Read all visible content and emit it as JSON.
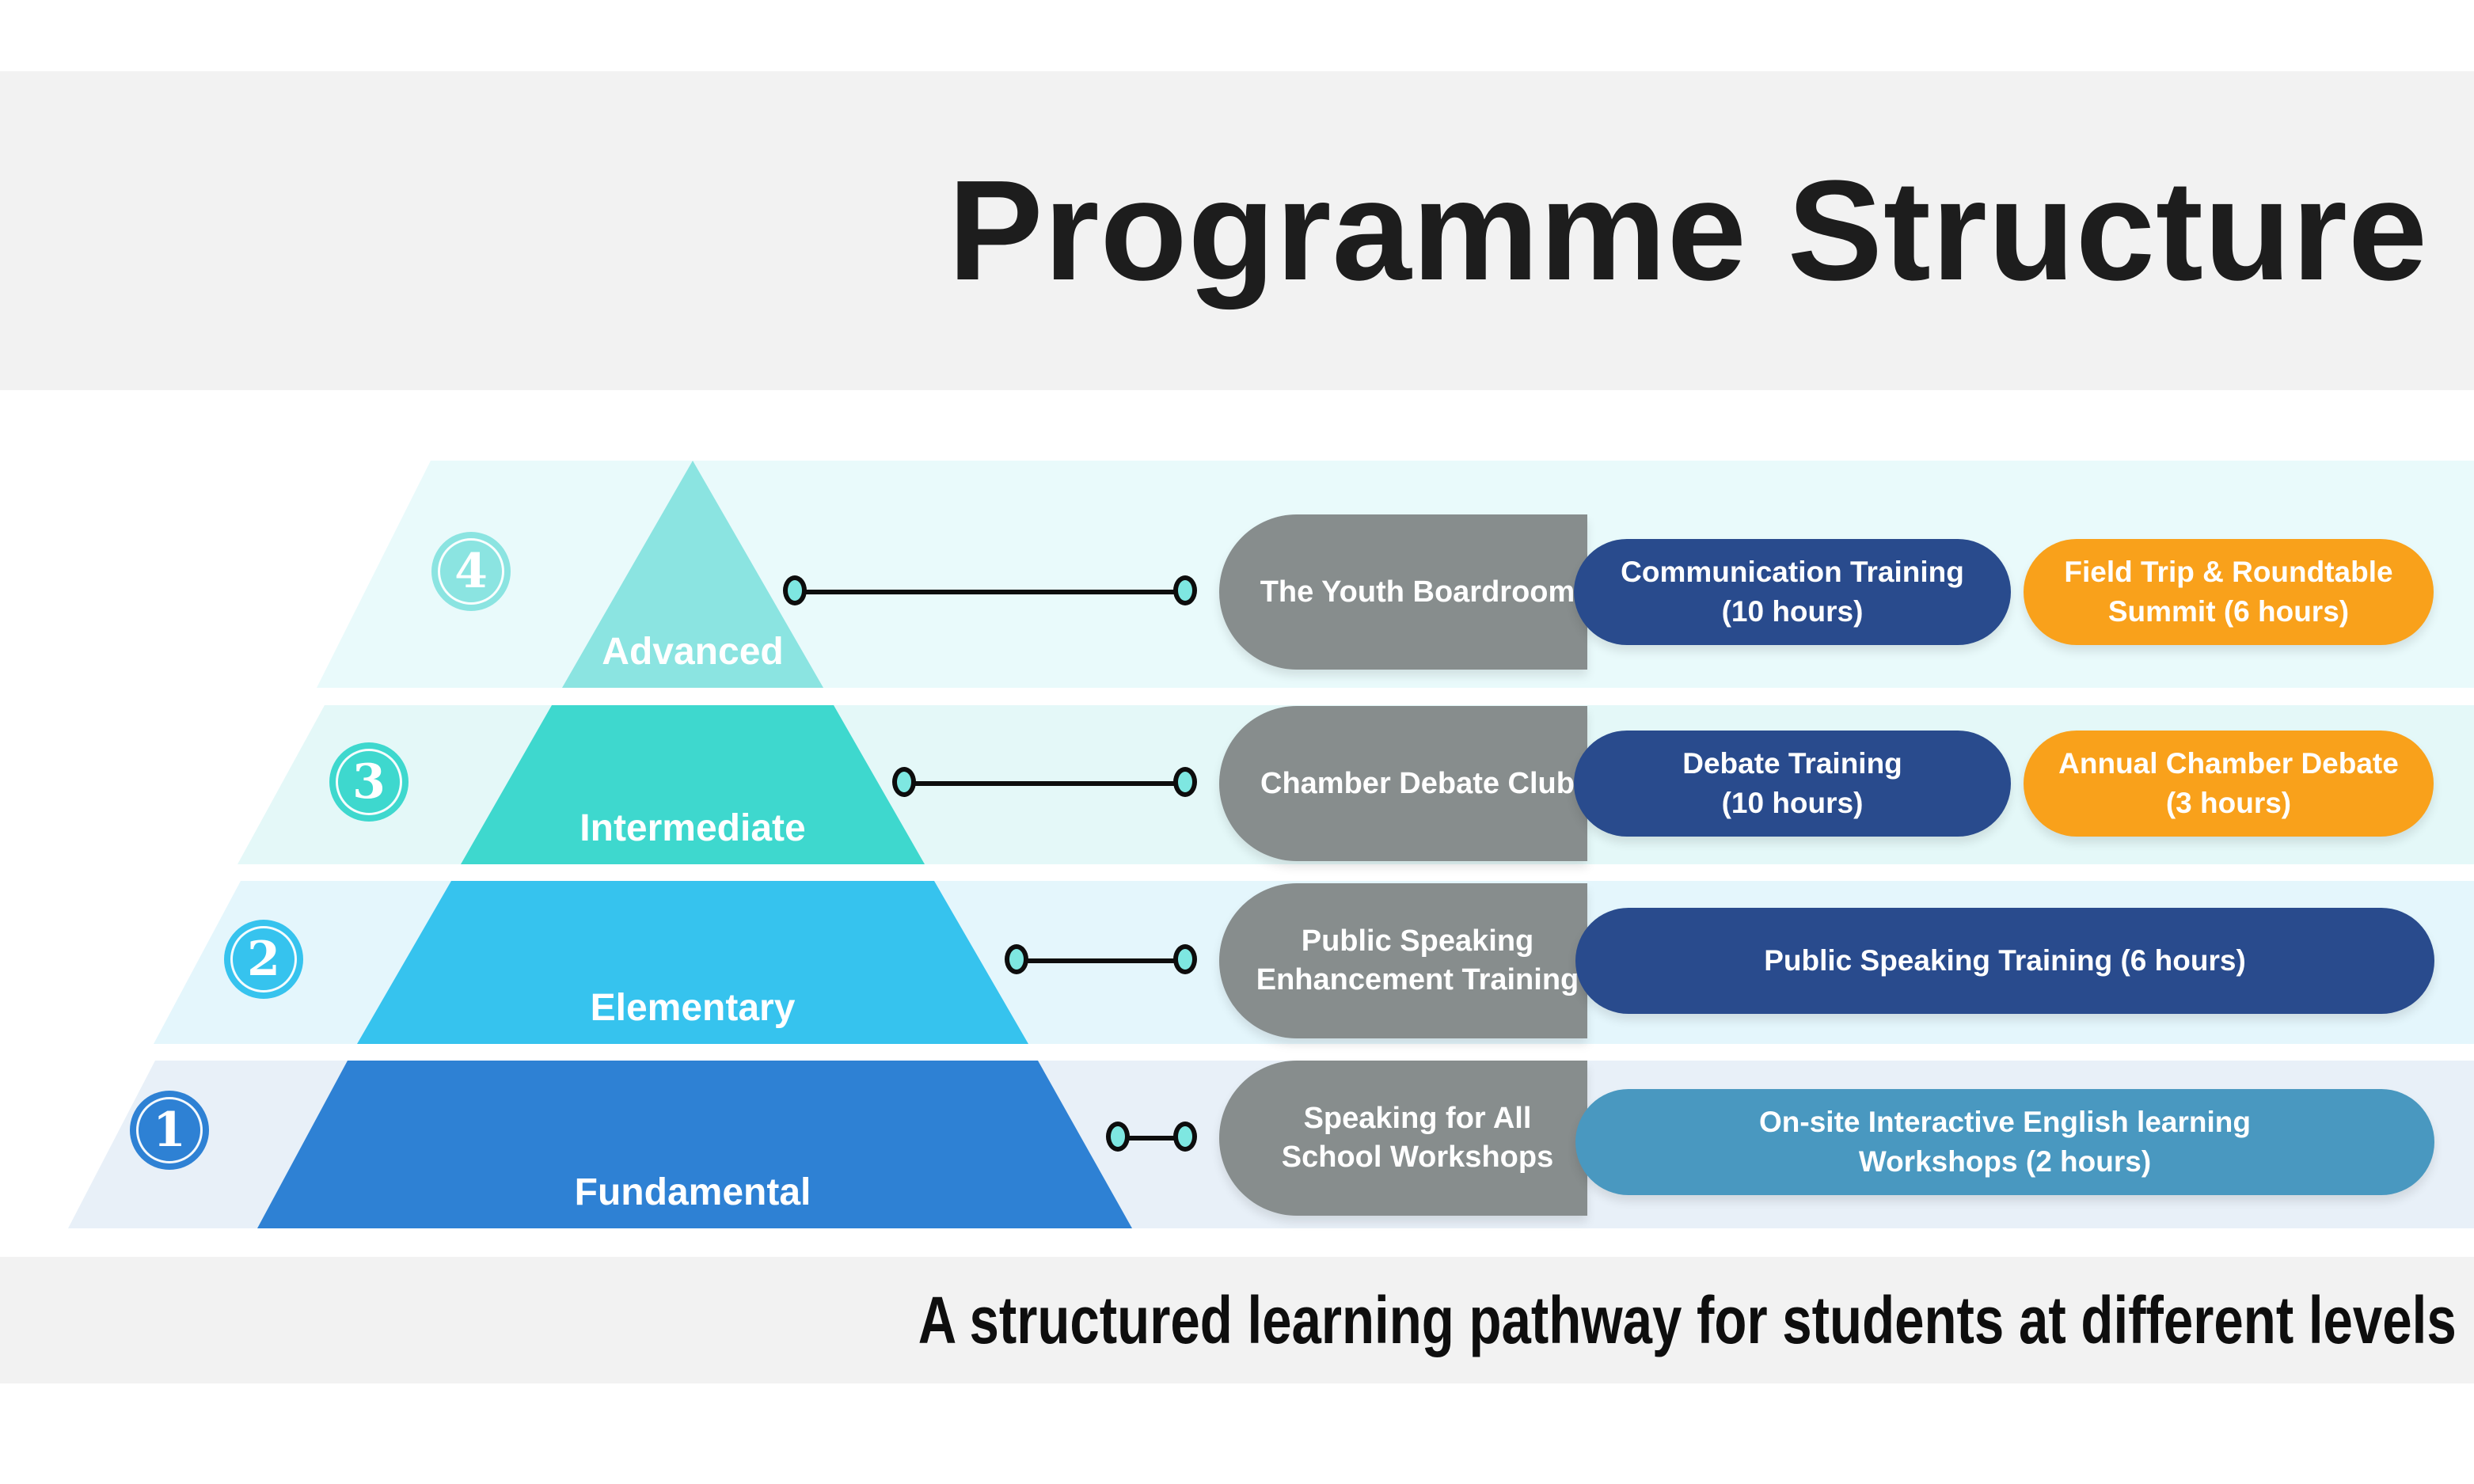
{
  "header": {
    "title": "Programme Structure"
  },
  "footer": {
    "subtitle": "A structured learning pathway for students at different levels"
  },
  "rows": [
    {
      "num": "4",
      "level": "Advanced",
      "club": "The Youth Boardroom",
      "training": "Communication Training\n(10 hours)",
      "extra": "Field Trip & Roundtable\nSummit (6 hours)"
    },
    {
      "num": "3",
      "level": "Intermediate",
      "club": "Chamber Debate Club",
      "training": "Debate Training\n(10 hours)",
      "extra": "Annual Chamber Debate\n(3 hours)"
    },
    {
      "num": "2",
      "level": "Elementary",
      "club": "Public Speaking\nEnhancement Training",
      "training": "Public Speaking Training (6 hours)"
    },
    {
      "num": "1",
      "level": "Fundamental",
      "club": "Speaking for All\nSchool Workshops",
      "training": "On-site Interactive English learning\nWorkshops (2 hours)"
    }
  ],
  "colors": {
    "header_band": "#f2f2f2",
    "footer_band": "#f2f2f2",
    "title_text": "#1d1d1d",
    "pyramid_level4": "#8be4e1",
    "pyramid_level3": "#3ed8ce",
    "pyramid_level2": "#36c3ee",
    "pyramid_level1": "#2e81d4",
    "band_level4": "#e9fafb",
    "band_level3": "#e4f8f8",
    "band_level2": "#e4f6fc",
    "band_level1": "#e8f0f8",
    "club_capsule": "#878d8d",
    "training_pill_navy": "#294b8d",
    "extra_pill_orange": "#f9a11b",
    "training_pill_steel": "#4998c0",
    "connector_dot_fill": "#7ee7e1",
    "connector_line": "#0d0d0d"
  }
}
